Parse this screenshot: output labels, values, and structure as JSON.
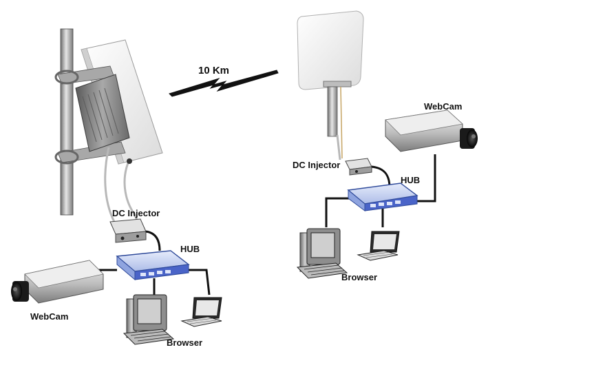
{
  "link": {
    "distance_label": "10 Km"
  },
  "site_left": {
    "injector_label": "DC Injector",
    "hub_label": "HUB",
    "camera_label": "WebCam",
    "client_label": "Browser"
  },
  "site_right": {
    "injector_label": "DC Injector",
    "hub_label": "HUB",
    "camera_label": "WebCam",
    "client_label": "Browser"
  },
  "colors": {
    "cable": "#111111",
    "hub_body": "#c9d4ef",
    "hub_panel": "#4a64c8",
    "antenna_panel": "#f2f2f2",
    "metal": "#8c8c8c",
    "injector_cable": "#b8b8b8"
  }
}
